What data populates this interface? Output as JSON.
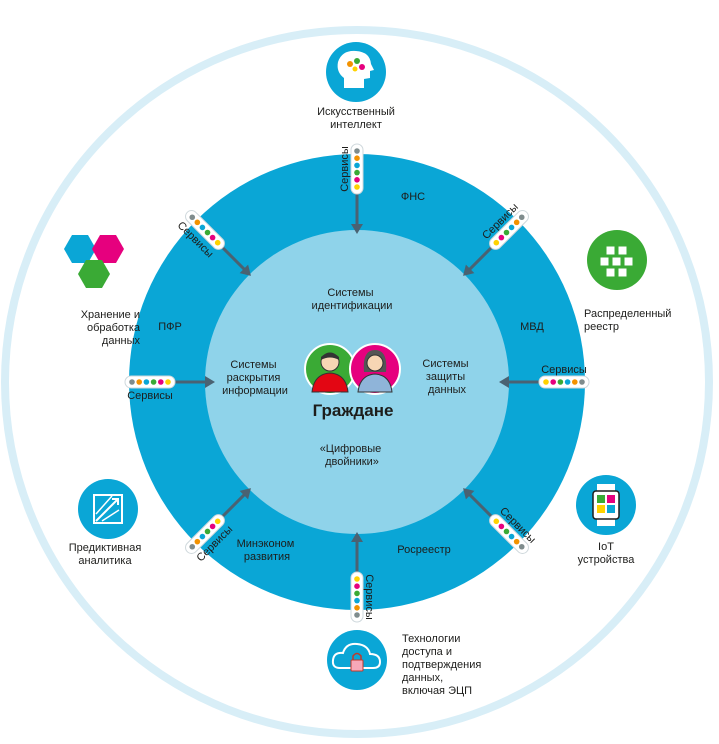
{
  "center": {
    "title": "Граждане",
    "inner_top": "Системы\nидентификации",
    "inner_left": "Системы\nраскрытия\nинформации",
    "inner_right": "Системы\nзащиты\nданных",
    "inner_bottom": "«Цифровые\nдвойники»"
  },
  "ring_labels": {
    "fns": "ФНС",
    "pfr": "ПФР",
    "mvd": "МВД",
    "minekonom": "Минэконом\nразвития",
    "rosreestr": "Росреестр"
  },
  "service_label": "Сервисы",
  "technologies": [
    {
      "key": "ai",
      "label": "Искусственный\nинтеллект",
      "icon": "brain-icon"
    },
    {
      "key": "blockchain",
      "label": "Распределенный\nреестр",
      "icon": "cubes-icon"
    },
    {
      "key": "iot",
      "label": "IoT\nустройства",
      "icon": "smartwatch-icon"
    },
    {
      "key": "ecp",
      "label": "Технологии\nдоступа и\nподтверждения\nданных,\nвключая ЭЦП",
      "icon": "cloud-lock-icon"
    },
    {
      "key": "analytics",
      "label": "Предиктивная\nаналитика",
      "icon": "chart-arrows-icon"
    },
    {
      "key": "storage",
      "label": "Хранение и\nобработка\nданных",
      "icon": "hexagons-icon"
    }
  ],
  "colors": {
    "outer_ring": "#0aa6d6",
    "inner_circle": "#8fd3ea",
    "border": "#d8eef7",
    "arrow": "#4a6272",
    "dot_colors": [
      "#ffd200",
      "#e6007e",
      "#3aaa35",
      "#0aa6d6",
      "#f39200",
      "#7f8c8d"
    ]
  }
}
